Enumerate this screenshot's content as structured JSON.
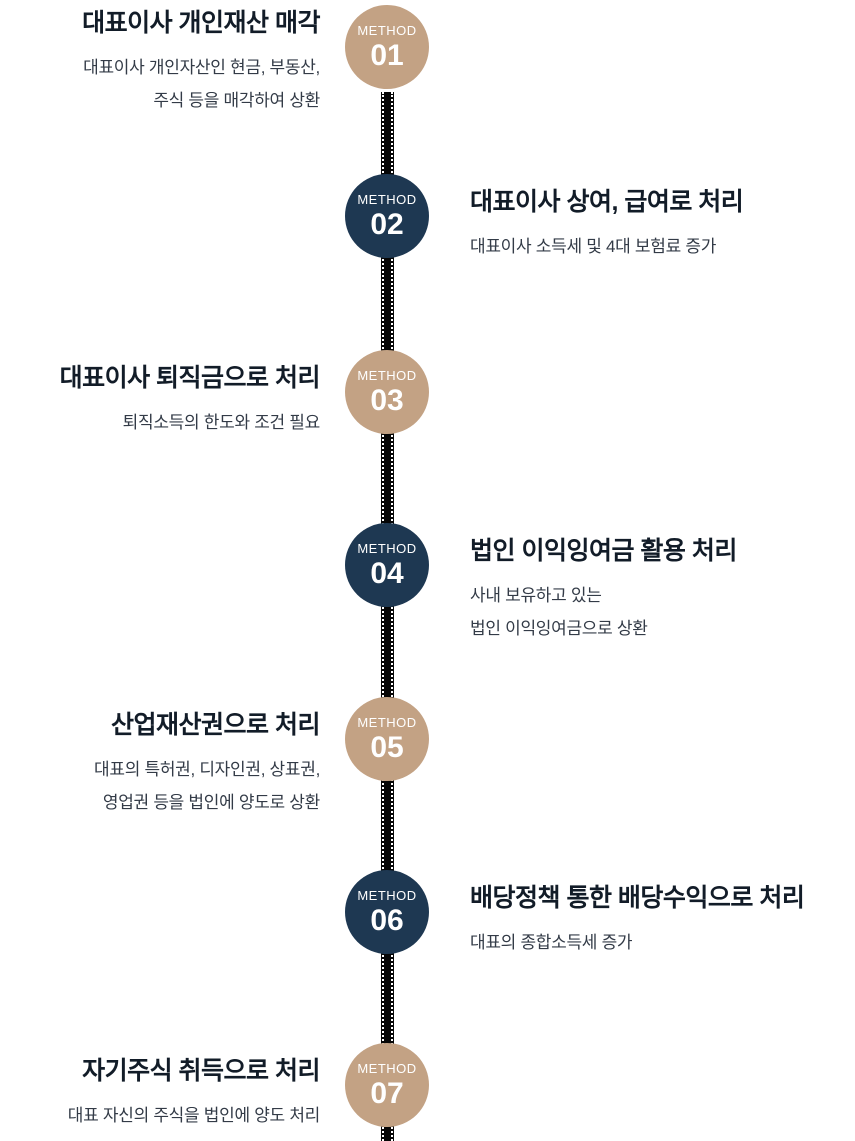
{
  "colors": {
    "tan": "#c3a284",
    "navy": "#1e3852",
    "line": "#060606",
    "title": "#121c28",
    "desc": "#333b47"
  },
  "items": [
    {
      "badge": "METHOD",
      "number": "01",
      "side": "left",
      "theme": "tan",
      "title": "대표이사 개인재산 매각",
      "desc": [
        "대표이사 개인자산인 현금, 부동산,",
        "주식 등을 매각하여 상환"
      ]
    },
    {
      "badge": "METHOD",
      "number": "02",
      "side": "right",
      "theme": "navy",
      "title": "대표이사 상여, 급여로 처리",
      "desc": [
        "대표이사 소득세 및 4대 보험료 증가"
      ]
    },
    {
      "badge": "METHOD",
      "number": "03",
      "side": "left",
      "theme": "tan",
      "title": "대표이사 퇴직금으로 처리",
      "desc": [
        "퇴직소득의 한도와 조건 필요"
      ]
    },
    {
      "badge": "METHOD",
      "number": "04",
      "side": "right",
      "theme": "navy",
      "title": "법인 이익잉여금 활용 처리",
      "desc": [
        "사내 보유하고 있는",
        "법인 이익잉여금으로 상환"
      ]
    },
    {
      "badge": "METHOD",
      "number": "05",
      "side": "left",
      "theme": "tan",
      "title": "산업재산권으로 처리",
      "desc": [
        "대표의 특허권, 디자인권, 상표권,",
        "영업권 등을 법인에 양도로 상환"
      ]
    },
    {
      "badge": "METHOD",
      "number": "06",
      "side": "right",
      "theme": "navy",
      "title": "배당정책 통한 배당수익으로 처리",
      "desc": [
        "대표의 종합소득세 증가"
      ]
    },
    {
      "badge": "METHOD",
      "number": "07",
      "side": "left",
      "theme": "tan",
      "title": "자기주식 취득으로 처리",
      "desc": [
        "대표 자신의 주식을 법인에 양도 처리"
      ]
    }
  ]
}
